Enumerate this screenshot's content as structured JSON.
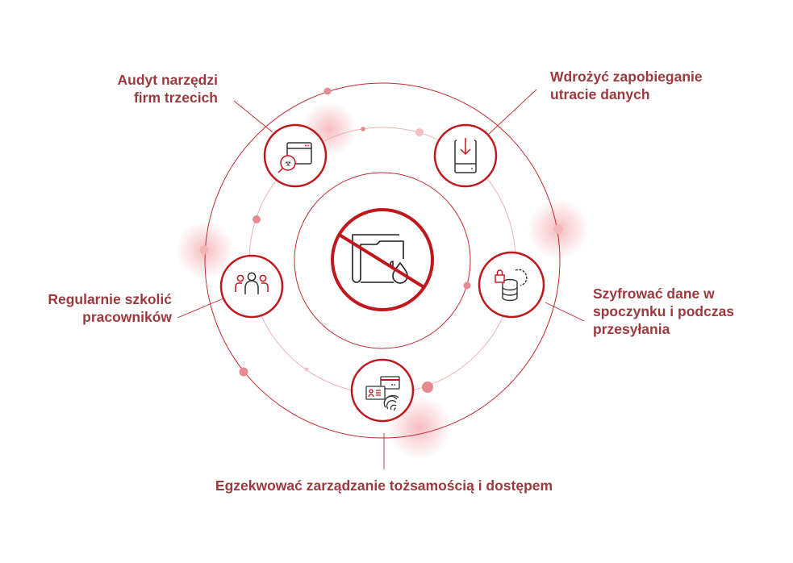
{
  "colors": {
    "accent": "#c0161c",
    "ring": "#c2272d",
    "ring_light": "#e6a3a6",
    "dot": "#e58a8e",
    "text": "#9b3a3e",
    "icon_dark": "#2b2b2b"
  },
  "center": {
    "icon": "no-data-leak-icon",
    "description": "folder with droplet crossed out"
  },
  "items": [
    {
      "id": "audit",
      "icon": "browser-biohazard-icon",
      "lines": [
        "Audyt narzędzi",
        "firm trzecich"
      ]
    },
    {
      "id": "dlp",
      "icon": "drive-download-icon",
      "lines": [
        "Wdrożyć zapobieganie",
        "utracie danych"
      ]
    },
    {
      "id": "training",
      "icon": "people-group-icon",
      "lines": [
        "Regularnie szkolić",
        "pracowników"
      ]
    },
    {
      "id": "encryption",
      "icon": "database-lock-gear-icon",
      "lines": [
        "Szyfrować dane w",
        "spoczynku i podczas",
        "przesyłania"
      ]
    },
    {
      "id": "identity",
      "icon": "id-card-fingerprint-icon",
      "lines": [
        "Egzekwować zarządzanie tożsamością i dostępem"
      ]
    }
  ]
}
